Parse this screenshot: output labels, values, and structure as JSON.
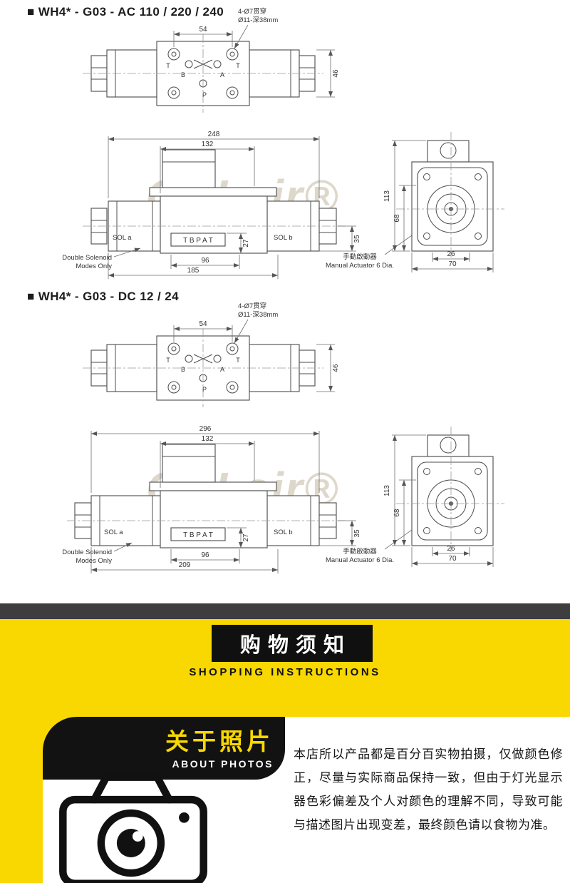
{
  "titles": {
    "section_ac": "■ WH4* - G03 - AC 110 / 220 / 240",
    "section_dc": "■ WH4* - G03 - DC 12 / 24"
  },
  "watermark": "CCLair®",
  "common": {
    "hole_note_1": "4-Ø7贯穿",
    "hole_note_2": "Ø11-深38mm",
    "dim_54": "54",
    "dim_46": "46",
    "dim_132": "132",
    "dim_113": "113",
    "dim_68": "68",
    "dim_27": "27",
    "dim_35": "35",
    "dim_96": "96",
    "dim_26": "26",
    "dim_70": "70",
    "sol_a": "SOL a",
    "sol_b": "SOL b",
    "ports": "T B P A T",
    "port_t": "T",
    "port_b": "B",
    "port_a": "A",
    "port_p": "P",
    "note_double_1": "Double Solenoid",
    "note_double_2": "Modes Only",
    "note_manual_1": "手動啟動器",
    "note_manual_2": "Manual Actuator 6 Dia."
  },
  "drawing_ac": {
    "dim_total": "248",
    "dim_base": "185"
  },
  "drawing_dc": {
    "dim_total": "296",
    "dim_base": "209"
  },
  "shopping_notice": {
    "title": "购物须知",
    "subtitle": "SHOPPING INSTRUCTIONS"
  },
  "about_photos": {
    "title": "关于照片",
    "subtitle": "ABOUT PHOTOS",
    "body": "本店所以产品都是百分百实物拍摄，仅做颜色修正，尽量与实际商品保持一致，但由于灯光显示器色彩偏差及个人对颜色的理解不同，导致可能与描述图片出现变差，最终颜色请以食物为准。"
  },
  "colors": {
    "yellow": "#f8d800",
    "panel_black": "#121212",
    "divider_bar": "#3e3e3e",
    "drawing_line": "#4c4c4c"
  }
}
